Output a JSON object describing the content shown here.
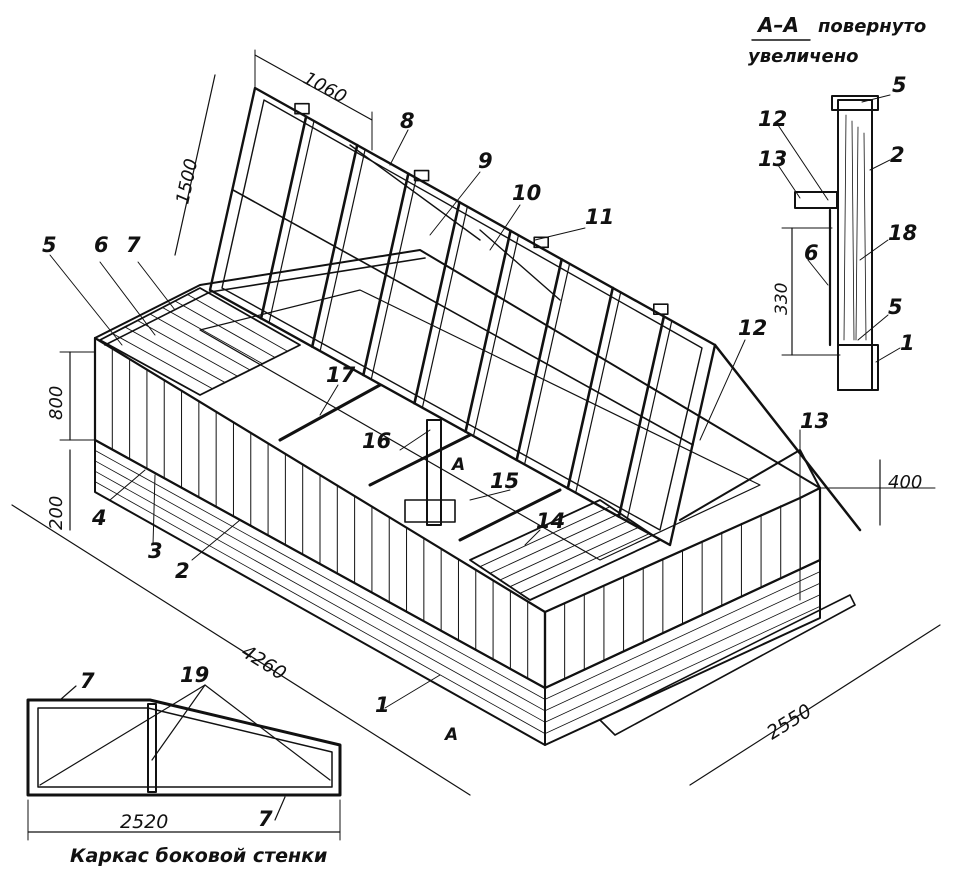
{
  "section": {
    "title": "А–А",
    "note_line1": "повернуто",
    "note_line2": "увеличено",
    "labels": [
      "5",
      "12",
      "13",
      "2",
      "18",
      "6",
      "5",
      "1"
    ],
    "dimension": "330"
  },
  "main": {
    "part_labels": [
      "5",
      "6",
      "7",
      "8",
      "9",
      "10",
      "11",
      "12",
      "13",
      "17",
      "16",
      "15",
      "14",
      "4",
      "3",
      "2",
      "1"
    ],
    "section_mark": "А",
    "dimensions": {
      "top_width": "1060",
      "top_length": "1500",
      "wall_height": "800",
      "base_height": "200",
      "length": "4260",
      "width": "2550",
      "end_height": "400"
    }
  },
  "side_frame": {
    "caption": "Каркас боковой стенки",
    "dimension": "2520",
    "labels": [
      "7",
      "19",
      "7"
    ]
  }
}
